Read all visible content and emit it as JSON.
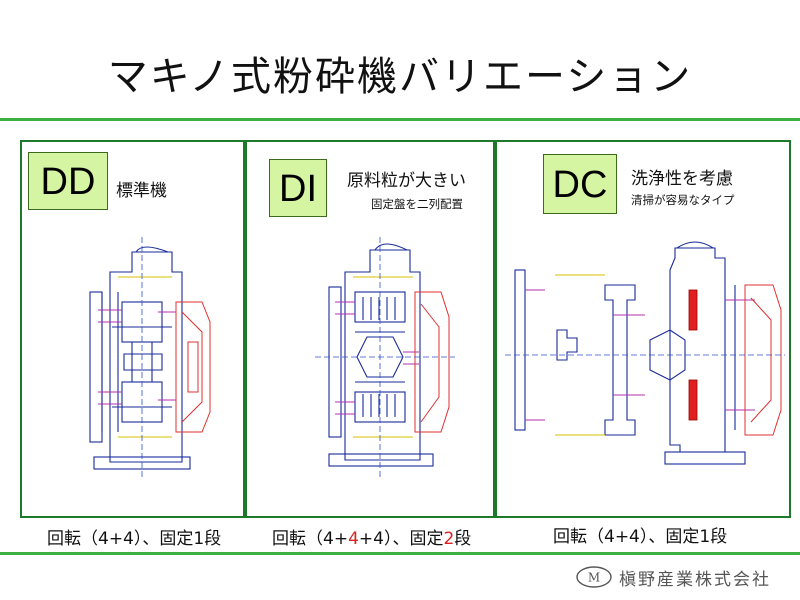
{
  "slide": {
    "title": "マキノ式粉砕機バリエーション"
  },
  "panels": [
    {
      "badge": "DD",
      "title": "標準機",
      "subtitle": ""
    },
    {
      "badge": "DI",
      "title": "原料粒が大きい",
      "subtitle": "固定盤を二列配置"
    },
    {
      "badge": "DC",
      "title": "洗浄性を考慮",
      "subtitle": "清掃が容易なタイプ"
    }
  ],
  "captions": {
    "dd": {
      "prefix": "回転（4+4）、固定1段"
    },
    "di": {
      "part1": "回転（4+",
      "part2": "4",
      "part3": "+4）、固定",
      "part4": "2",
      "part5": "段"
    },
    "dc": {
      "prefix": "回転（4+4）、固定1段"
    }
  },
  "logo": {
    "mark": "M",
    "company": "槇野産業株式会社"
  },
  "colors": {
    "accent_green": "#3cb043",
    "panel_border": "#1e7a2a",
    "badge_fill": "#d6f5a3",
    "highlight_red": "#e02020",
    "drawing_blue": "#1a2a9a",
    "drawing_magenta": "#b030b0",
    "drawing_red": "#e03030"
  }
}
